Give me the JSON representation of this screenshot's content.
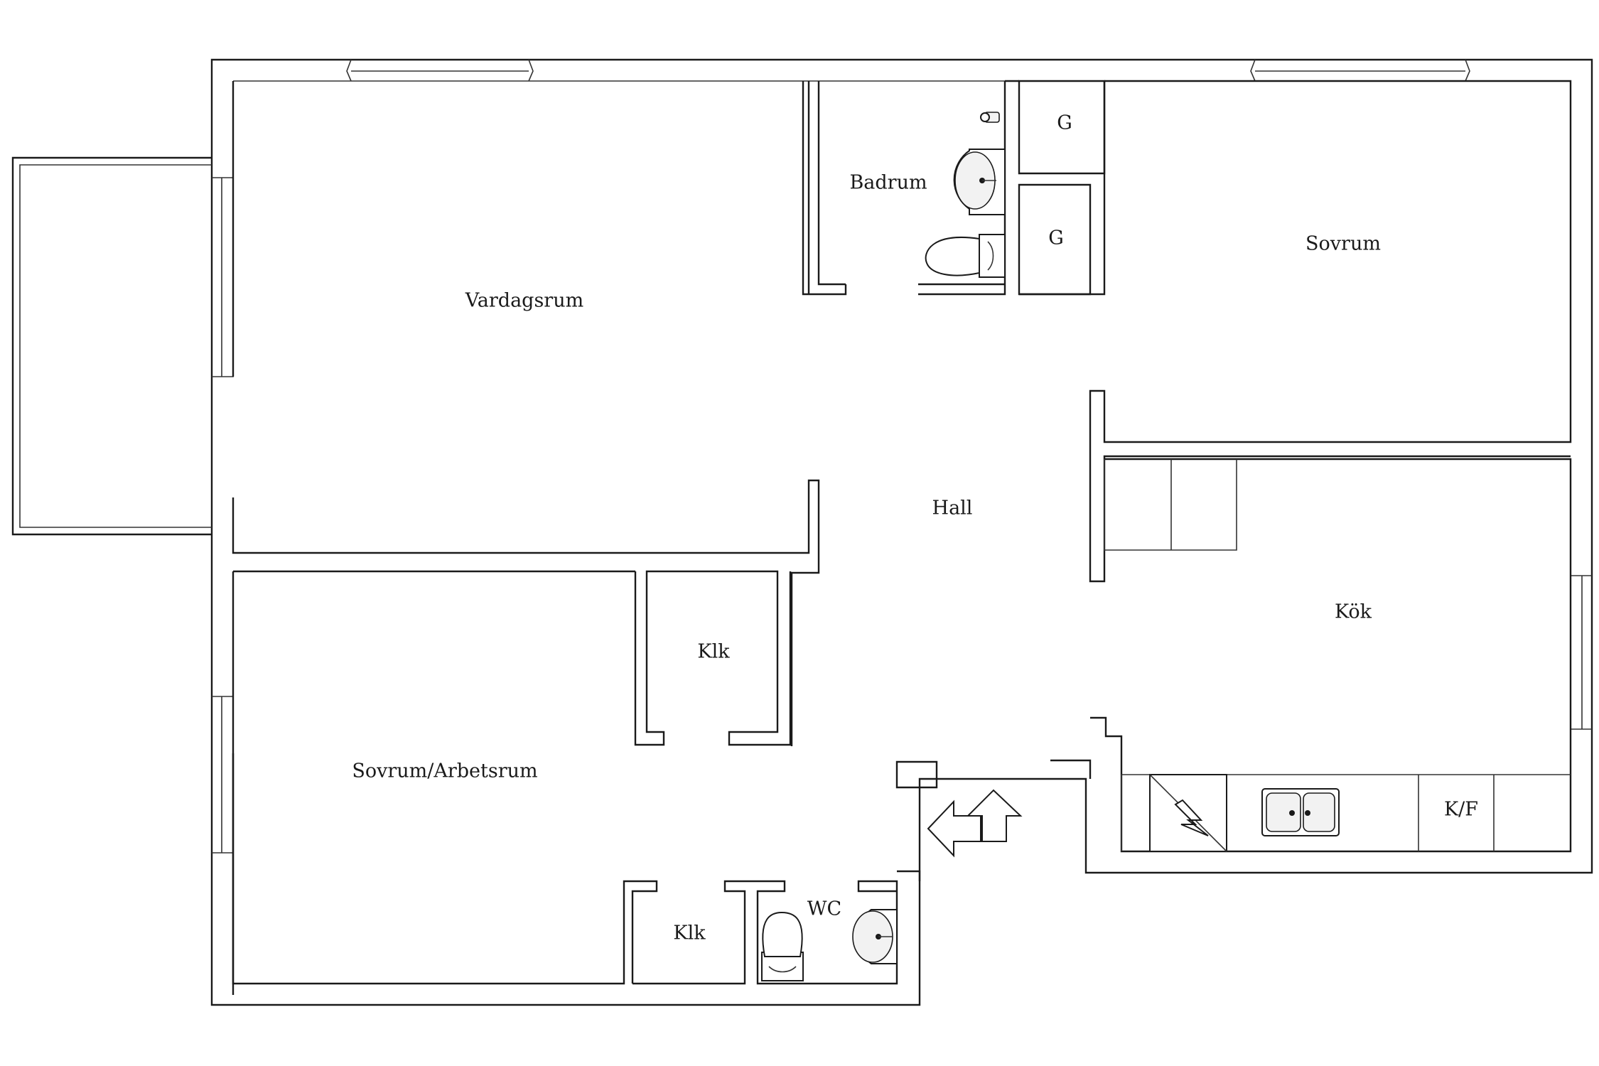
{
  "rooms": {
    "vardagsrum": "Vardagsrum",
    "badrum": "Badrum",
    "g1": "G",
    "g2": "G",
    "sovrum": "Sovrum",
    "hall": "Hall",
    "kok": "Kök",
    "klk1": "Klk",
    "sovrum_arbetsrum": "Sovrum/Arbetsrum",
    "klk2": "Klk",
    "wc": "WC",
    "kf": "K/F"
  },
  "colors": {
    "line": "#1a1a1a",
    "background": "#ffffff"
  },
  "icons": [
    "entrance-arrow-icon",
    "stove-icon",
    "sink-icon",
    "toilet-icon",
    "washbasin-icon",
    "shower-icon"
  ]
}
